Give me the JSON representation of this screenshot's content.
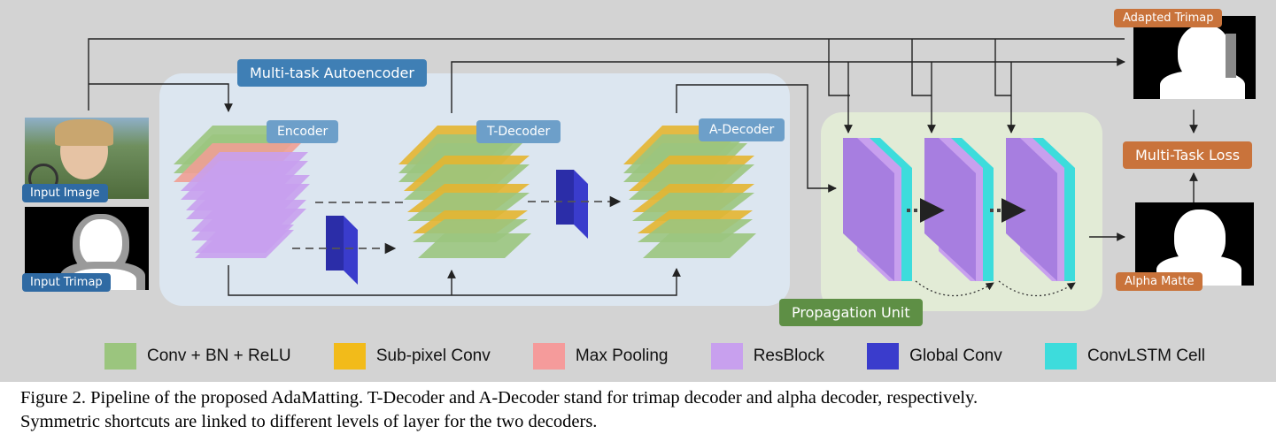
{
  "labels": {
    "autoencoder": "Multi-task Autoencoder",
    "encoder": "Encoder",
    "t_decoder": "T-Decoder",
    "a_decoder": "A-Decoder",
    "propagation": "Propagation Unit",
    "input_image": "Input Image",
    "input_trimap": "Input Trimap",
    "adapted_trimap": "Adapted Trimap",
    "multi_task_loss": "Multi-Task Loss",
    "alpha_matte": "Alpha Matte"
  },
  "legend": [
    {
      "label": "Conv + BN + ReLU",
      "color": "#9bc57e"
    },
    {
      "label": "Sub-pixel Conv",
      "color": "#f2bb1a"
    },
    {
      "label": "Max Pooling",
      "color": "#f59b9b"
    },
    {
      "label": "ResBlock",
      "color": "#c8a0ee"
    },
    {
      "label": "Global Conv",
      "color": "#3a3ccc"
    },
    {
      "label": "ConvLSTM Cell",
      "color": "#3ddcdc"
    }
  ],
  "caption": {
    "line1": "Figure 2. Pipeline of the proposed AdaMatting.  T-Decoder and A-Decoder stand for trimap decoder and alpha decoder, respectively.",
    "line2": "Symmetric shortcuts are linked to different levels of layer for the two decoders."
  }
}
